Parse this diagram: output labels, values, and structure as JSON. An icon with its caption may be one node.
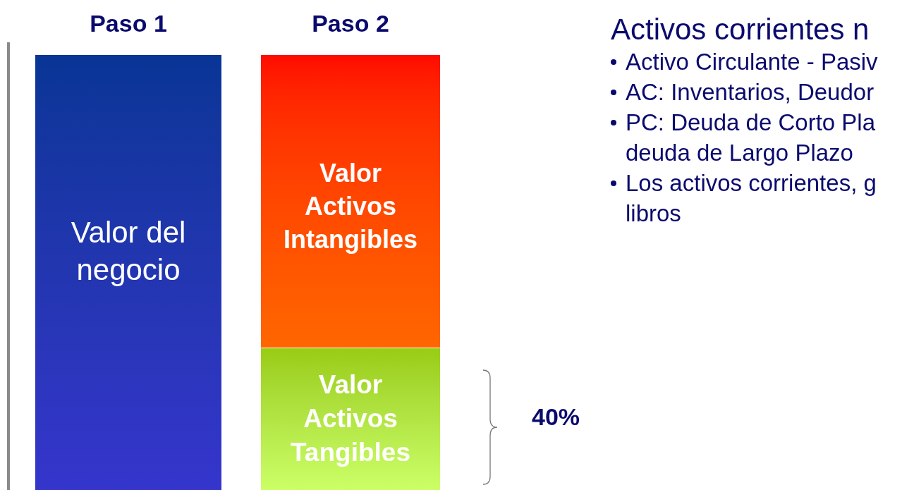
{
  "diagram": {
    "nodes": [
      {
        "text": [
          "Paso 1",
          "Valor del negocio"
        ]
      },
      {
        "text": [
          "Paso 2"
        ]
      },
      {
        "text": [
          "Valor Activos Intangibles"
        ],
        "in": 1
      },
      {
        "text": [
          "Valor Activos Tangibles"
        ],
        "in": 1
      }
    ],
    "labels": [
      "40%",
      "Activos corrientes n",
      "Activo Circulante - Pasiv",
      "AC: Inventarios, Deudor",
      "PC: Deuda de Corto Pla deuda de Largo Plazo",
      "Los activos corrientes, g libros"
    ]
  }
}
